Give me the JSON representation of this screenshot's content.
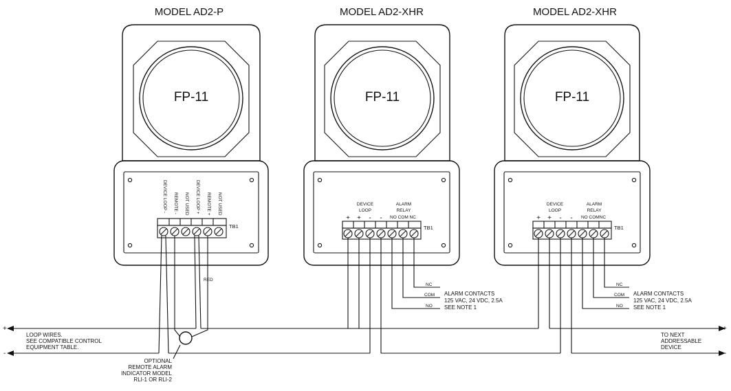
{
  "models": [
    {
      "title": "MODEL AD2-P",
      "speaker": "FP-11",
      "terminal_labels": [
        "DEVICE LOOP -",
        "REMOTE -",
        "NOT USED",
        "DEVICE LOOP +",
        "REMOTE +",
        "NOT USED"
      ],
      "tb": "TB1"
    },
    {
      "title": "MODEL AD2-XHR",
      "speaker": "FP-11",
      "group1": [
        "DEVICE",
        "LOOP"
      ],
      "group2": [
        "ALARM",
        "RELAY"
      ],
      "signs": [
        "+",
        "+",
        "-",
        "-"
      ],
      "relay_terms": "NO COM NC",
      "tb": "TB1",
      "contacts": {
        "nc": "NC",
        "com": "COM",
        "no": "NO",
        "line1": "ALARM CONTACTS",
        "line2": "125 VAC, 24 VDC, 2.5A",
        "line3": "SEE NOTE 1"
      }
    },
    {
      "title": "MODEL AD2-XHR",
      "speaker": "FP-11",
      "group1": [
        "DEVICE",
        "LOOP"
      ],
      "group2": [
        "ALARM",
        "RELAY"
      ],
      "signs": [
        "+",
        "+",
        "-",
        "-"
      ],
      "relay_terms": "NO COMNC",
      "tb": "TB1",
      "contacts": {
        "nc": "NC",
        "com": "COM",
        "no": "NO",
        "line1": "ALARM CONTACTS",
        "line2": "125 VAC, 24 VDC, 2.5A",
        "line3": "SEE NOTE 1"
      }
    }
  ],
  "red_label": "RED",
  "loop": {
    "plus": "+",
    "minus": "-",
    "left_note": [
      "LOOP WIRES.",
      "SEE COMPATIBLE CONTROL",
      "EQUIPMENT TABLE."
    ],
    "right_note": [
      "TO NEXT",
      "ADDRESSABLE",
      "DEVICE"
    ]
  },
  "remote_indicator": [
    "OPTIONAL",
    "REMOTE ALARM",
    "INDICATOR MODEL",
    "RLI-1 OR RLI-2"
  ]
}
